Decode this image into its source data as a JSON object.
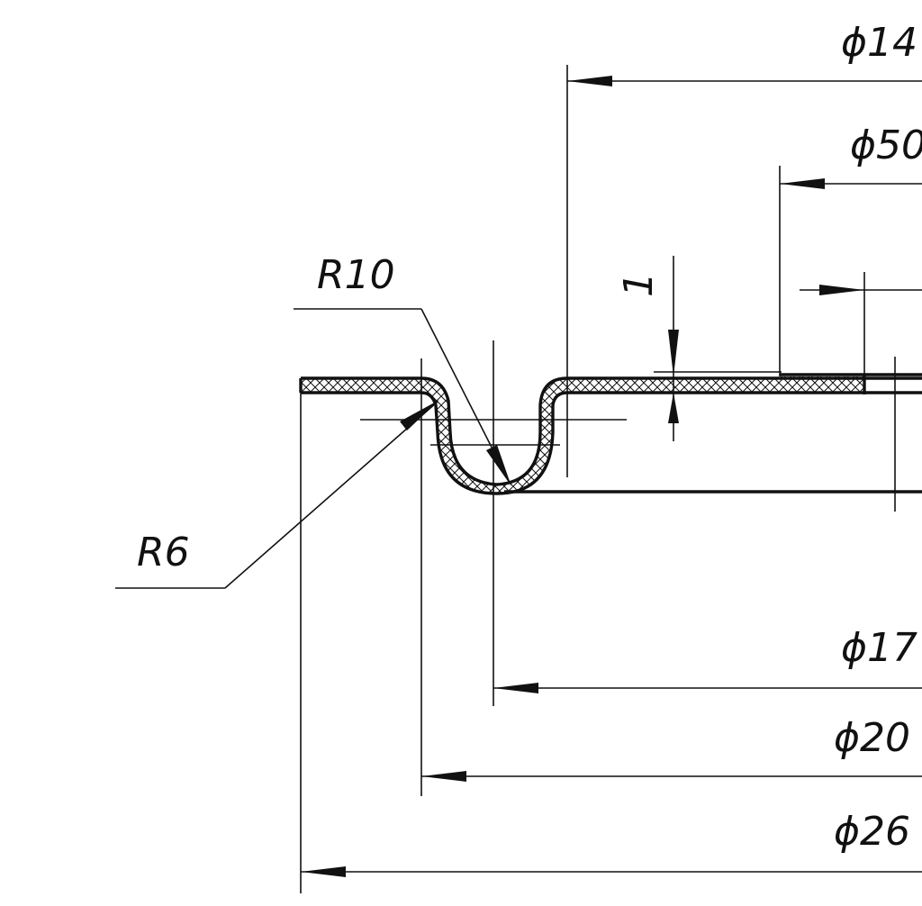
{
  "drawing": {
    "title": "Diaphragm cross-section detail",
    "colors": {
      "line": "#111111",
      "background": "#ffffff"
    },
    "labels": {
      "r10": "R10",
      "r6": "R6",
      "thickness": "1",
      "d14x": "ϕ14",
      "d50": "ϕ50",
      "d17x": "ϕ17",
      "d20x": "ϕ20",
      "d26x": "ϕ26"
    }
  }
}
